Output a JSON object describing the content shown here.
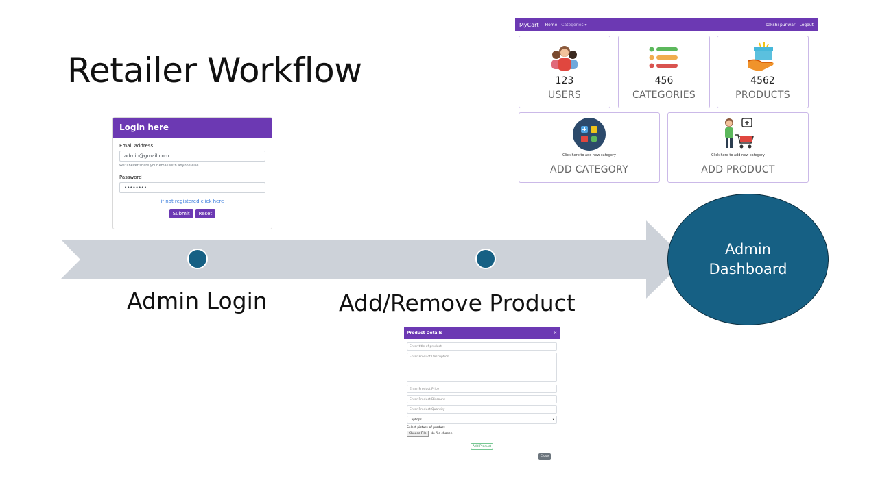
{
  "slide": {
    "title": "Retailer Workflow"
  },
  "timeline": {
    "steps": [
      {
        "label": "Admin Login"
      },
      {
        "label": "Add/Remove Product"
      }
    ],
    "end": {
      "label": "Admin Dashboard"
    },
    "colors": {
      "arrow": "#cdd2d9",
      "node": "#166084"
    }
  },
  "login_screen": {
    "header": "Login here",
    "email_label": "Email address",
    "email_value": "admin@gmail.com",
    "email_help": "We'll never share your email with anyone else.",
    "password_label": "Password",
    "password_value": "••••••••",
    "register_link": "if not registered click here",
    "submit_label": "Submit",
    "reset_label": "Reset"
  },
  "dashboard_screen": {
    "navbar": {
      "brand": "MyCart",
      "home": "Home",
      "categories": "Categories ▾",
      "user": "sakshi punwar",
      "logout": "Logout"
    },
    "stats": [
      {
        "icon": "users-icon",
        "value": "123",
        "label": "USERS"
      },
      {
        "icon": "list-icon",
        "value": "456",
        "label": "CATEGORIES"
      },
      {
        "icon": "product-box-icon",
        "value": "4562",
        "label": "PRODUCTS"
      }
    ],
    "actions": [
      {
        "icon": "category-grid-icon",
        "hint": "Click here to add new category",
        "label": "ADD CATEGORY"
      },
      {
        "icon": "shopper-cart-icon",
        "hint": "Click here to add new category",
        "label": "ADD PRODUCT"
      }
    ],
    "accent": "#6c39b3"
  },
  "product_screen": {
    "header": "Product Details",
    "close_symbol": "×",
    "title_placeholder": "Enter title of product",
    "description_placeholder": "Enter Product Description",
    "price_placeholder": "Enter Product Price",
    "discount_placeholder": "Enter Product Discount",
    "quantity_placeholder": "Enter Product Quantity",
    "category_selected": "Laptops",
    "picture_label": "Select picture of product",
    "file_button": "Choose File",
    "file_status": "No file chosen",
    "add_button": "Add Product",
    "close_button": "Close"
  }
}
